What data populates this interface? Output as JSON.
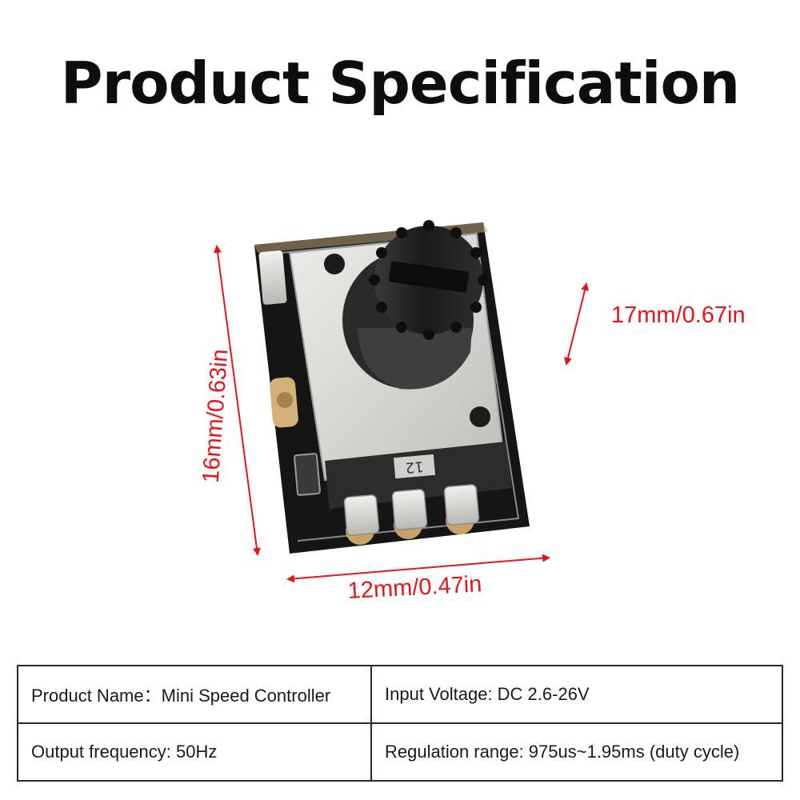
{
  "title": "Product Specification",
  "dimensions": {
    "height": "17mm/0.67in",
    "width": "12mm/0.47in",
    "depth": "16mm/0.63in"
  },
  "colors": {
    "annotation": "#e8141b",
    "board": "#141414",
    "metal": "#d9d9d7",
    "knob": "#1c1c1c",
    "text": "#111111"
  },
  "specs": {
    "rows": [
      [
        "Product Name：Mini Speed Controller",
        "Input Voltage: DC 2.6-26V"
      ],
      [
        "Output frequency: 50Hz",
        "Regulation range: 975us~1.95ms (duty cycle)"
      ]
    ]
  },
  "potentiometer_marking": "12"
}
